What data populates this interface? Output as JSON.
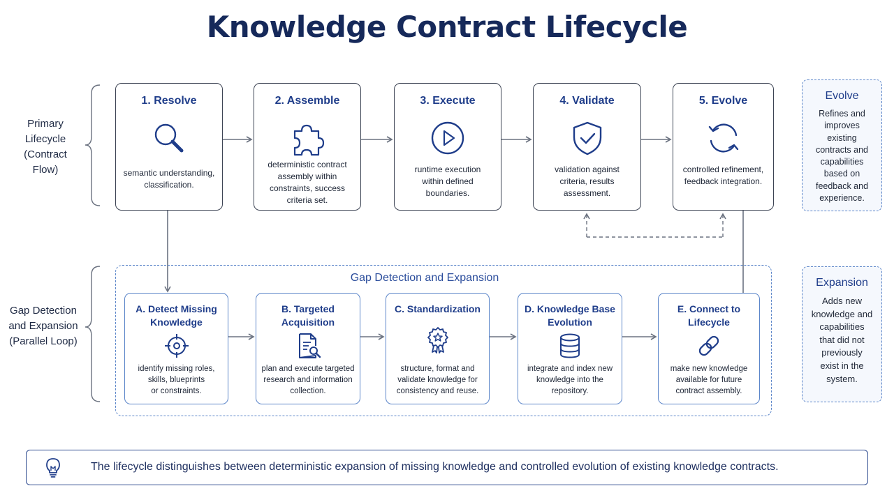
{
  "title": "Knowledge Contract Lifecycle",
  "side_labels": {
    "primary": [
      "Primary",
      "Lifecycle",
      "(Contract",
      "Flow)"
    ],
    "gap": [
      "Gap Detection",
      "and Expansion",
      "(Parallel Loop)"
    ]
  },
  "primary_steps": [
    {
      "title": "1. Resolve",
      "icon": "magnifier-icon",
      "desc": [
        "semantic understanding,",
        "classification."
      ]
    },
    {
      "title": "2. Assemble",
      "icon": "puzzle-icon",
      "desc": [
        "deterministic contract",
        "assembly within",
        "constraints, success",
        "criteria set."
      ]
    },
    {
      "title": "3. Execute",
      "icon": "play-icon",
      "desc": [
        "runtime execution",
        "within defined",
        "boundaries."
      ]
    },
    {
      "title": "4. Validate",
      "icon": "shield-check-icon",
      "desc": [
        "validation against",
        "criteria, results",
        "assessment."
      ]
    },
    {
      "title": "5. Evolve",
      "icon": "refresh-icon",
      "desc": [
        "controlled refinement,",
        "feedback integration."
      ]
    }
  ],
  "gap_title": "Gap Detection and Expansion",
  "gap_steps": [
    {
      "title": [
        "A. Detect Missing",
        "Knowledge"
      ],
      "icon": "target-icon",
      "desc": [
        "identify missing roles,",
        "skills, blueprints",
        "or constraints."
      ]
    },
    {
      "title": [
        "B. Targeted",
        "Acquisition"
      ],
      "icon": "document-search-icon",
      "desc": [
        "plan and execute targeted",
        "research and information",
        "collection."
      ]
    },
    {
      "title": [
        "C. Standardization"
      ],
      "icon": "award-badge-icon",
      "desc": [
        "structure, format and",
        "validate knowledge for",
        "consistency and reuse."
      ]
    },
    {
      "title": [
        "D. Knowledge Base",
        "Evolution"
      ],
      "icon": "database-icon",
      "desc": [
        "integrate and index new",
        "knowledge into the",
        "repository."
      ]
    },
    {
      "title": [
        "E. Connect to",
        "Lifecycle"
      ],
      "icon": "link-icon",
      "desc": [
        "make new knowledge",
        "available for future",
        "contract assembly."
      ]
    }
  ],
  "summary_boxes": [
    {
      "title": "Evolve",
      "desc": [
        "Refines and",
        "improves",
        "existing",
        "contracts and",
        "capabilities",
        "based on",
        "feedback and",
        "experience."
      ]
    },
    {
      "title": "Expansion",
      "desc": [
        "Adds new",
        "knowledge and",
        "capabilities",
        "that did not",
        "previously",
        "exist in the",
        "system."
      ]
    }
  ],
  "footer": {
    "icon": "lightbulb-icon",
    "text": "The lifecycle distinguishes between deterministic expansion of missing knowledge and controlled evolution of existing knowledge contracts."
  },
  "colors": {
    "navy": "#16295a",
    "accent_blue": "#1f3d8a",
    "light_border": "#5b85c9",
    "connector": "#6b7280"
  }
}
